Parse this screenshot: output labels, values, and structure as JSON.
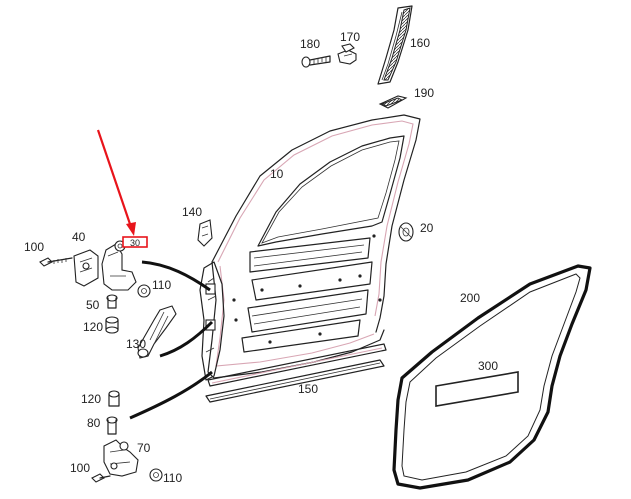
{
  "diagram": {
    "callouts": {
      "c10": "10",
      "c20": "20",
      "c40": "40",
      "c50": "50",
      "c70": "70",
      "c80": "80",
      "c100a": "100",
      "c100b": "100",
      "c110a": "110",
      "c110b": "110",
      "c120a": "120",
      "c120b": "120",
      "c130": "130",
      "c140": "140",
      "c150": "150",
      "c160": "160",
      "c170": "170",
      "c180": "180",
      "c190": "190",
      "c200": "200",
      "c300": "300",
      "highlight": "30"
    },
    "colors": {
      "arrow": "#e8141b",
      "highlight_box": "#e8141b",
      "line_art": "#222222",
      "panel_accent": "#d8a6b4"
    }
  }
}
